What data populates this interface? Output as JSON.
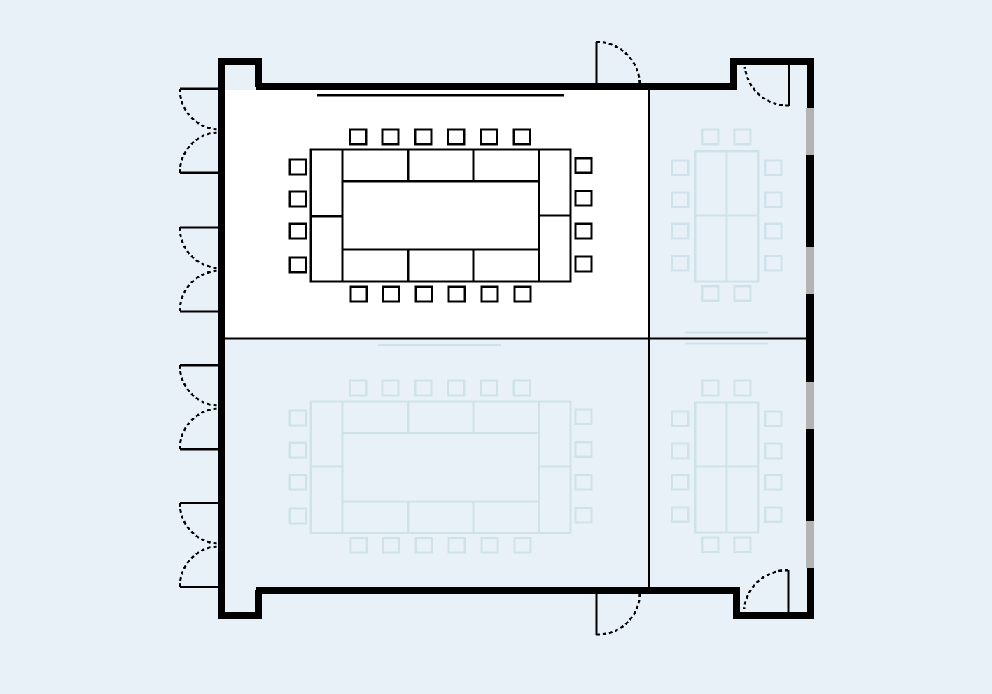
{
  "colors": {
    "background": "#e8f1f8",
    "wall": "#000000",
    "active_room_fill": "#ffffff",
    "inactive_room_fill": "#e8f1f8",
    "active_furniture": "#000000",
    "inactive_furniture": "#cfe2ea",
    "window": "#b3b3b3"
  },
  "rooms": [
    {
      "id": "room-a",
      "position": "top-left",
      "active": true,
      "layout": "boardroom",
      "seats": 20
    },
    {
      "id": "room-b",
      "position": "top-right",
      "active": false,
      "layout": "boardroom",
      "seats": 12
    },
    {
      "id": "room-c",
      "position": "bottom-left",
      "active": false,
      "layout": "boardroom",
      "seats": 20
    },
    {
      "id": "room-d",
      "position": "bottom-right",
      "active": false,
      "layout": "boardroom",
      "seats": 12
    }
  ],
  "doors": {
    "left_wall_double_doors": 4,
    "top_wall_doors": 2,
    "bottom_wall_doors": 2
  },
  "windows": {
    "right_wall_panes": 4
  }
}
